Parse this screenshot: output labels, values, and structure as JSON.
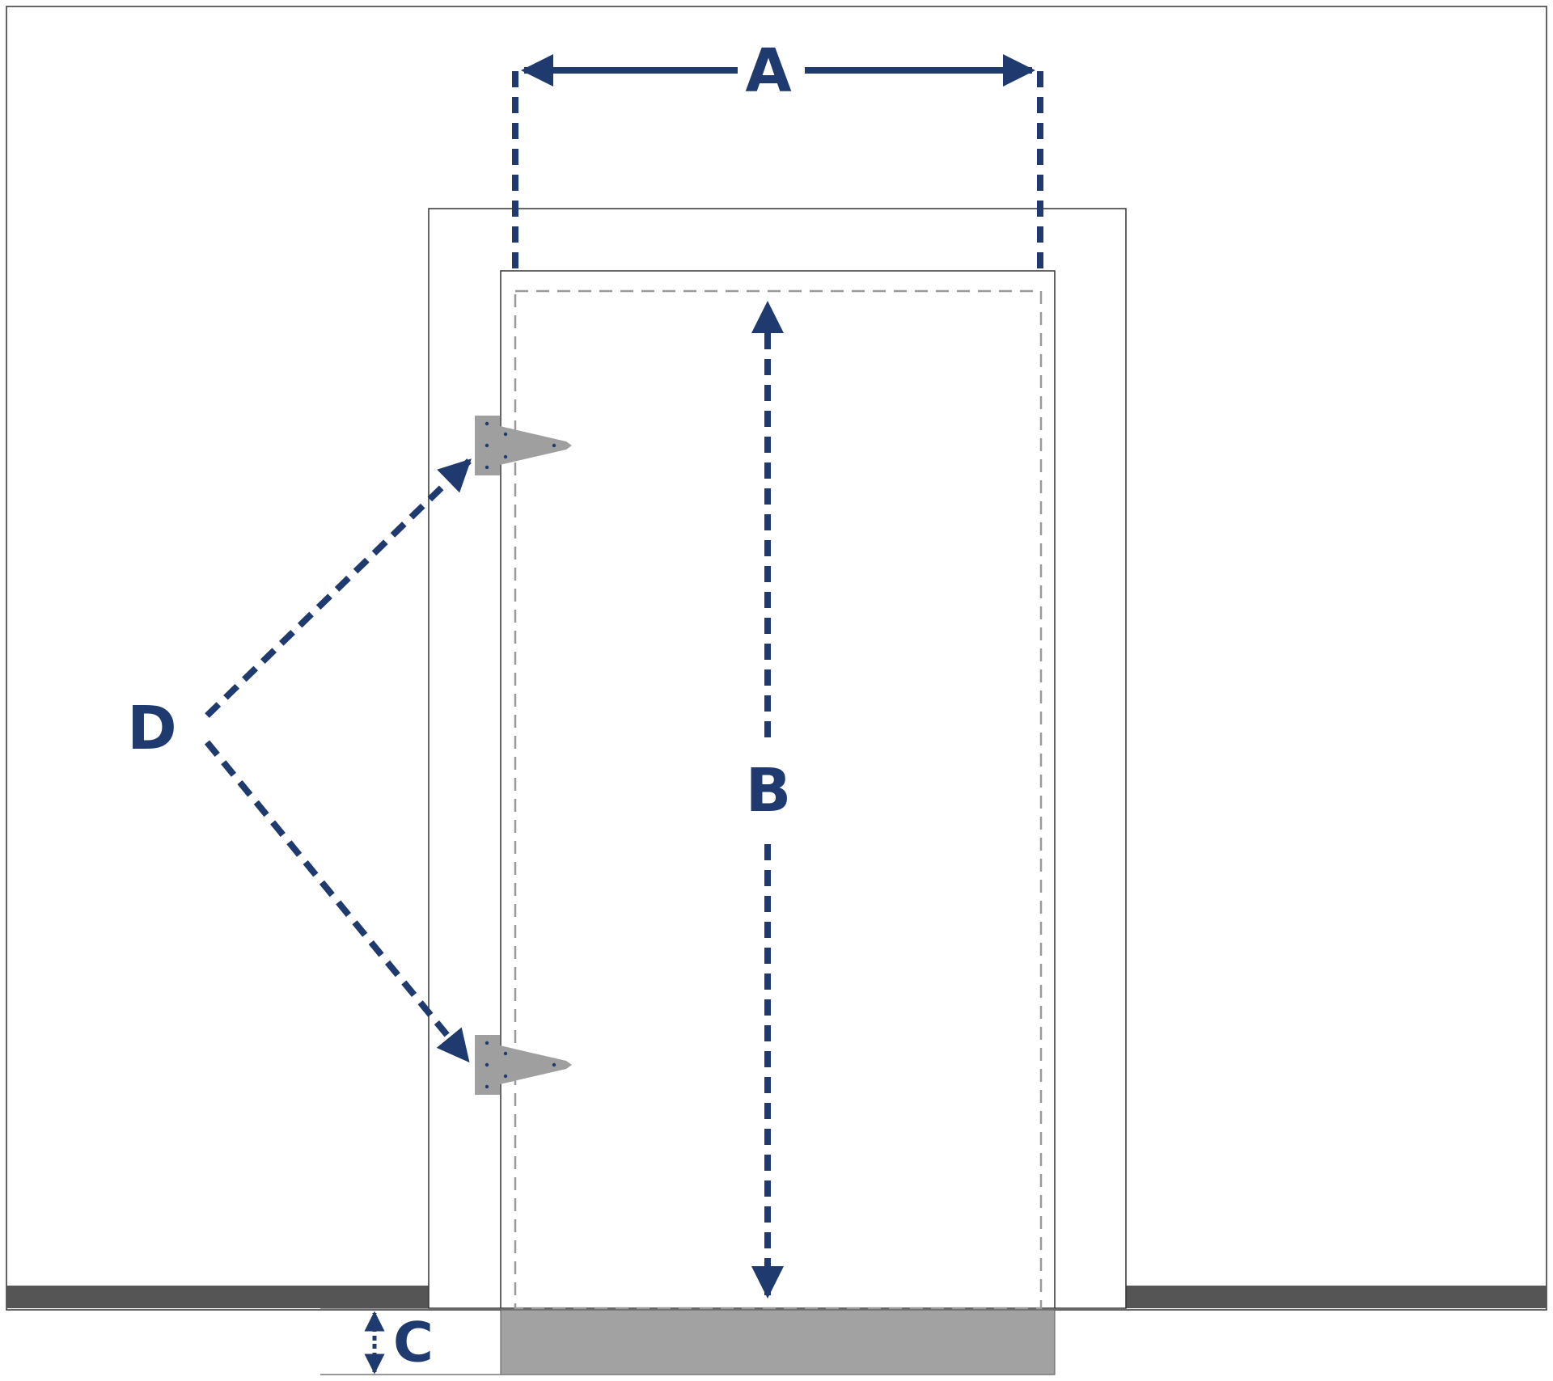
{
  "labels": {
    "a": "A",
    "b": "B",
    "c": "C",
    "d": "D"
  },
  "colors": {
    "navy": "#1f3a6e",
    "hinge_gray": "#9f9f9f",
    "floor_dark": "#555555",
    "threshold_gray": "#a2a2a2",
    "guide_gray": "#999999",
    "outline": "#333333"
  }
}
